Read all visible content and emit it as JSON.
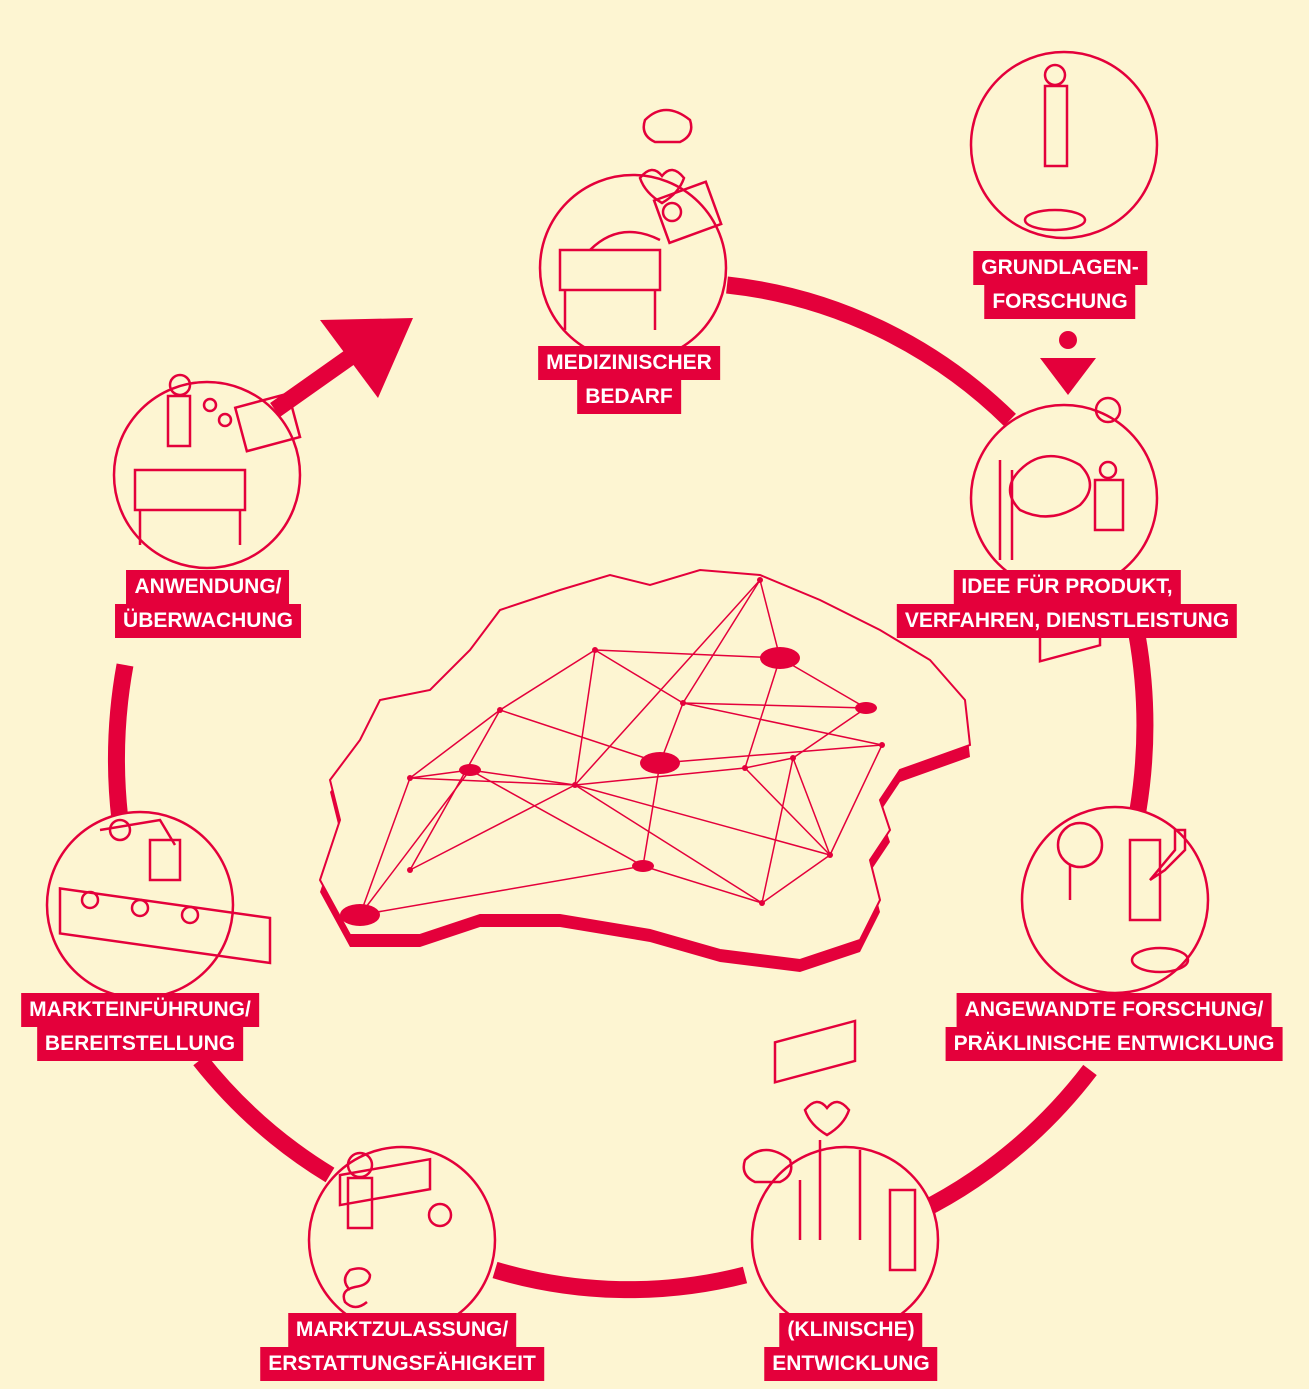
{
  "colors": {
    "background": "#fdf5d2",
    "accent": "#e4003b",
    "map_fill": "#fdf5d2",
    "label_text": "#ffffff"
  },
  "stages": [
    {
      "id": "medizinischer-bedarf",
      "icon": "hospital-bed-icon",
      "lines": [
        "MEDIZINISCHER",
        "BEDARF"
      ]
    },
    {
      "id": "grundlagenforschung",
      "icon": "researcher-screens-icon",
      "lines": [
        "GRUNDLAGEN-",
        "FORSCHUNG"
      ]
    },
    {
      "id": "idee",
      "icon": "brain-idea-icon",
      "lines": [
        "IDEE FÜR PRODUKT,",
        "VERFAHREN, DIENSTLEISTUNG"
      ]
    },
    {
      "id": "angewandte-forschung",
      "icon": "microscope-icon",
      "lines": [
        "ANGEWANDTE FORSCHUNG/",
        "PRÄKLINISCHE ENTWICKLUNG"
      ]
    },
    {
      "id": "klinische-entwicklung",
      "icon": "clinical-documents-icon",
      "lines": [
        "(KLINISCHE)",
        "ENTWICKLUNG"
      ]
    },
    {
      "id": "marktzulassung",
      "icon": "legal-desk-icon",
      "lines": [
        "MARKTZULASSUNG/",
        "ERSTATTUNGSFÄHIGKEIT"
      ]
    },
    {
      "id": "markteinfuehrung",
      "icon": "production-line-icon",
      "lines": [
        "MARKTEINFÜHRUNG/",
        "BEREITSTELLUNG"
      ]
    },
    {
      "id": "anwendung",
      "icon": "patient-monitoring-icon",
      "lines": [
        "ANWENDUNG/",
        "ÜBERWACHUNG"
      ]
    }
  ],
  "map": {
    "icon": "state-network-map-icon"
  }
}
